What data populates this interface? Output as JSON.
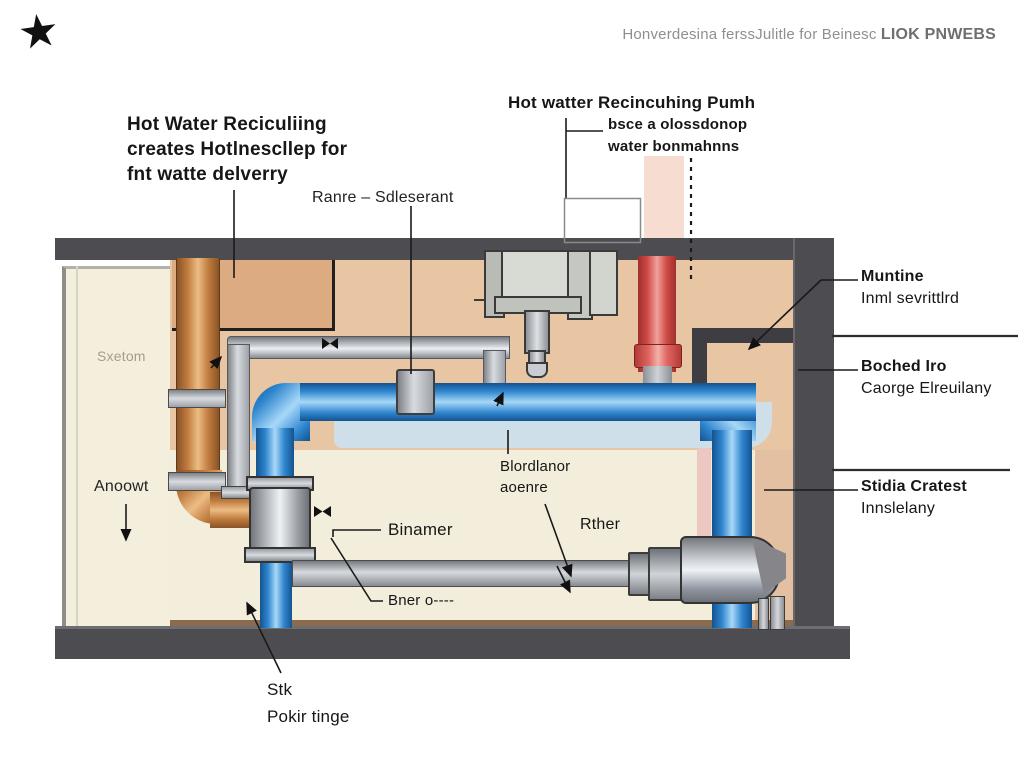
{
  "logo": {
    "glyph": "★"
  },
  "header": {
    "prefix": "Honverdesina ferssJulitle for Beinesc ",
    "brand": "LIOK PNWEBS"
  },
  "annotations": {
    "left_heading": {
      "line1": "Hot Water Reciculiing",
      "line2": "creates Hotlnescllep for",
      "line3": "fnt watte delverry"
    },
    "pump_heading": {
      "line1": "Hot watter Recincuhing Pumh",
      "line2": "bsce a olossdonop",
      "line3": "water bonmahnns"
    },
    "ranre": {
      "text": "Ranre – Sdleserant"
    },
    "muntine": {
      "line1": "Muntine",
      "line2": "Inml sevrittlrd"
    },
    "boched": {
      "line1": "Boched Iro",
      "line2": "Caorge Elreuilany"
    },
    "stidia": {
      "line1": "Stidia Cratest",
      "line2": "Innslelany"
    },
    "blordlanor": {
      "line1": "Blordlanor",
      "line2": "aoenre"
    },
    "binamer": {
      "text": "Binamer"
    },
    "bner": {
      "text": "Bner o----"
    },
    "rther": {
      "text": "Rther"
    },
    "sxetom": {
      "text": "Sxetom"
    },
    "anoowt": {
      "text": "Anoowt"
    },
    "stk": {
      "line1": "Stk",
      "line2": "Pokir tinge"
    }
  },
  "colors": {
    "cold_water_pipe": "#2f86cf",
    "hot_water_pipe": "#cf4b47",
    "copper_pipe": "#c07c3e",
    "structure_gray": "#4d4d51",
    "wall_tan": "#e8c6a3",
    "interior_cream": "#f3eedb"
  }
}
